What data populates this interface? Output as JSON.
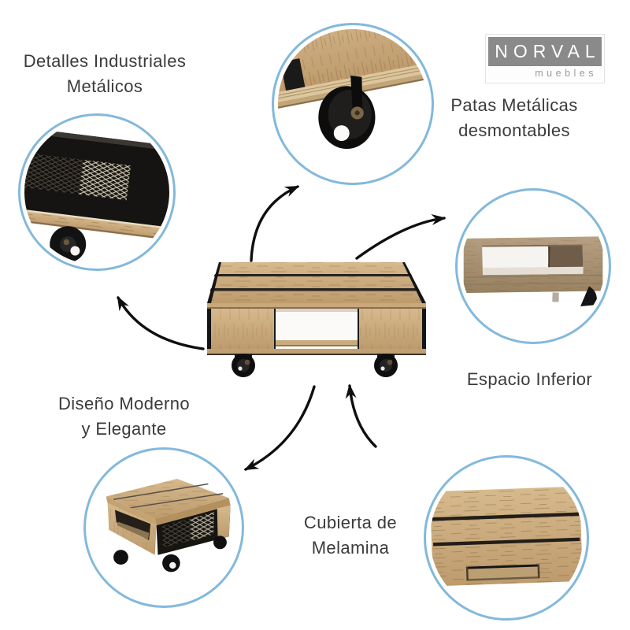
{
  "colors": {
    "bg": "#ffffff",
    "ring": "#83b9db",
    "text": "#3a3a3a",
    "arrow": "#0f0f0f",
    "logo-gray": "#8a8a8a",
    "logo-sub": "#9b9b9b"
  },
  "logo": {
    "brand": "NORVAL",
    "subtitle": "muebles"
  },
  "features": {
    "industrial": {
      "line1": "Detalles Industriales",
      "line2": "Metálicos",
      "photo": "metal-mesh-panel-detail"
    },
    "legs": {
      "line1": "Patas Metálicas",
      "line2": "desmontables",
      "photo": "caster-wheel-under-wood-top"
    },
    "space": {
      "line1": "Espacio Inferior",
      "photo": "open-lower-shelf"
    },
    "cover": {
      "line1": "Cubierta de",
      "line2": "Melamina",
      "photo": "melamine-plank-tabletop"
    },
    "design": {
      "line1": "Diseño Moderno",
      "line2": "y Elegante",
      "photo": "industrial-coffee-table-angled-view"
    }
  },
  "product": {
    "description": "industrial-coffee-table-front-view"
  }
}
